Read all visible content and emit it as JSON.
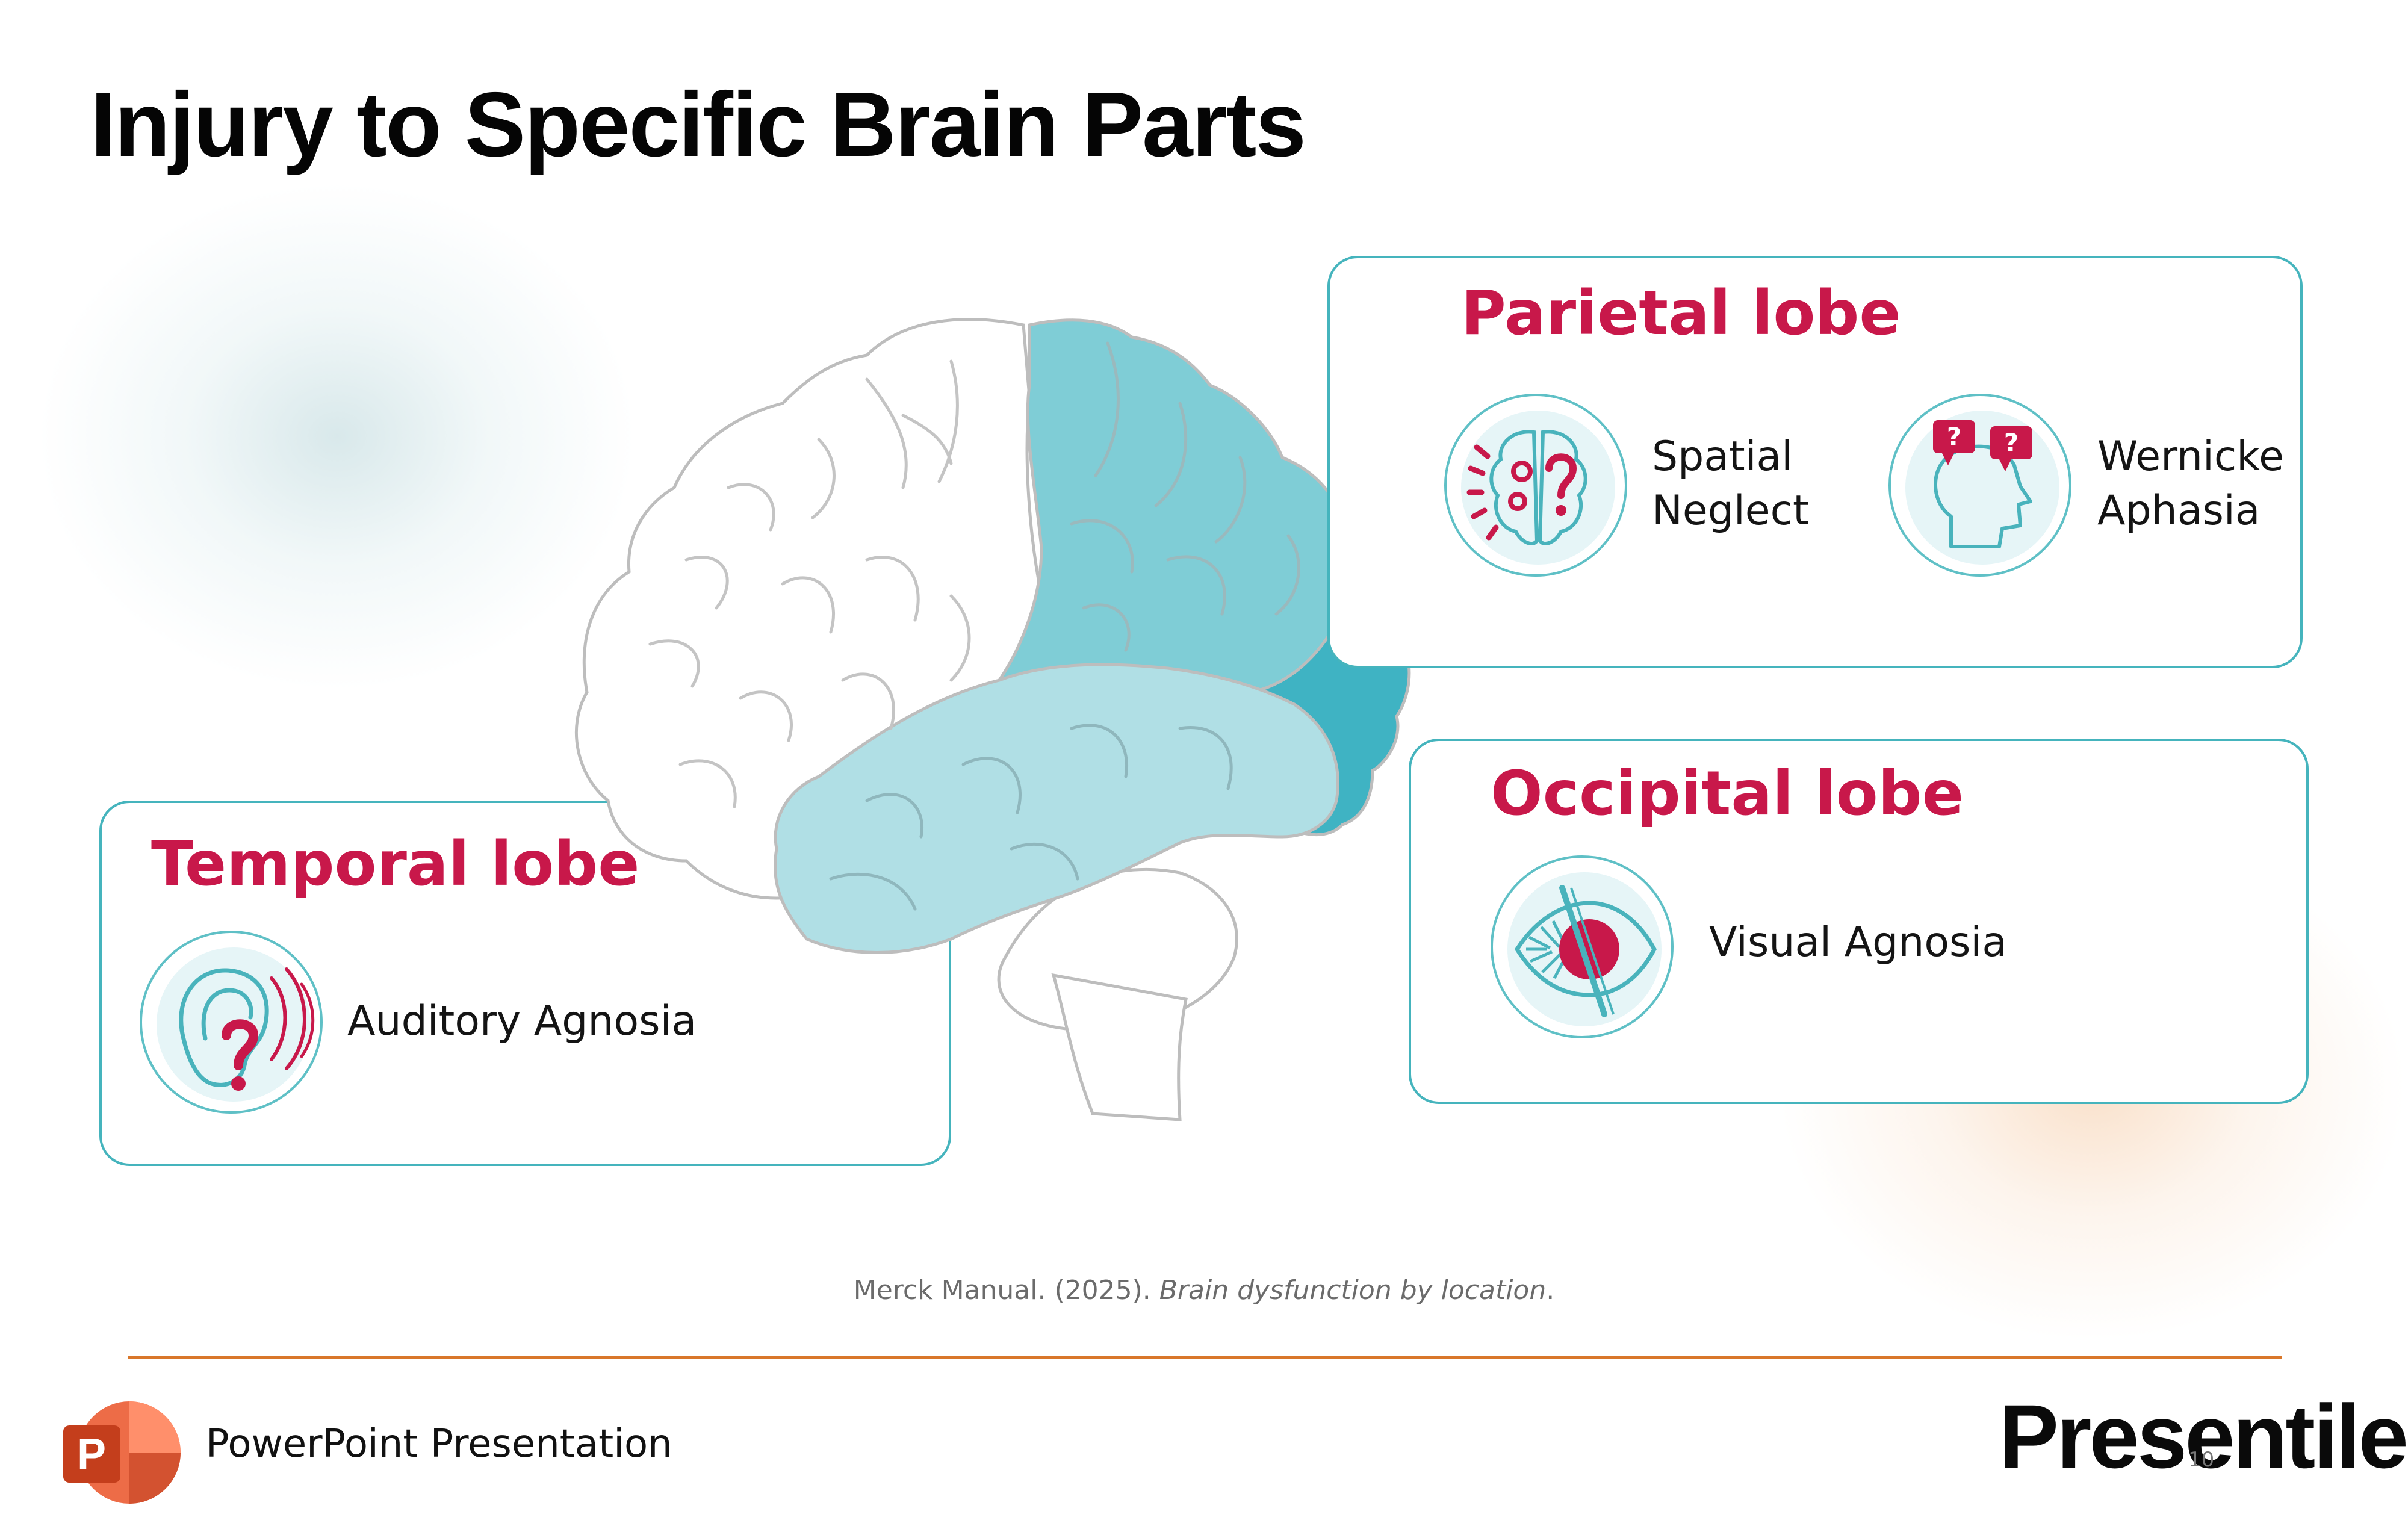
{
  "slide": {
    "title": "Injury to Specific Brain Parts",
    "citation": {
      "author_year": "Merck Manual. (2025). ",
      "work": "Brain dysfunction by location",
      "end": "."
    },
    "page_number": "10"
  },
  "lobes": {
    "parietal": {
      "title": "Parietal lobe",
      "items": [
        {
          "label_line1": "Spatial",
          "label_line2": "Neglect",
          "icon": "brain-question-icon"
        },
        {
          "label_line1": "Wernicke",
          "label_line2": "Aphasia",
          "icon": "head-speech-question-icon"
        }
      ]
    },
    "temporal": {
      "title": "Temporal lobe",
      "items": [
        {
          "label": "Auditory Agnosia",
          "icon": "ear-question-icon"
        }
      ]
    },
    "occipital": {
      "title": "Occipital lobe",
      "items": [
        {
          "label": "Visual Agnosia",
          "icon": "crossed-eye-icon"
        }
      ]
    }
  },
  "footer": {
    "app_label": "PowerPoint Presentation",
    "app_icon": "powerpoint-icon",
    "brand": "Presentile"
  },
  "colors": {
    "accent_red": "#c8184a",
    "teal_border": "#45b4bd",
    "parietal_fill": "#7fcdd6",
    "temporal_fill": "#b0dfe5",
    "occipital_fill": "#3fb3c3",
    "footer_line": "#d9772a"
  }
}
